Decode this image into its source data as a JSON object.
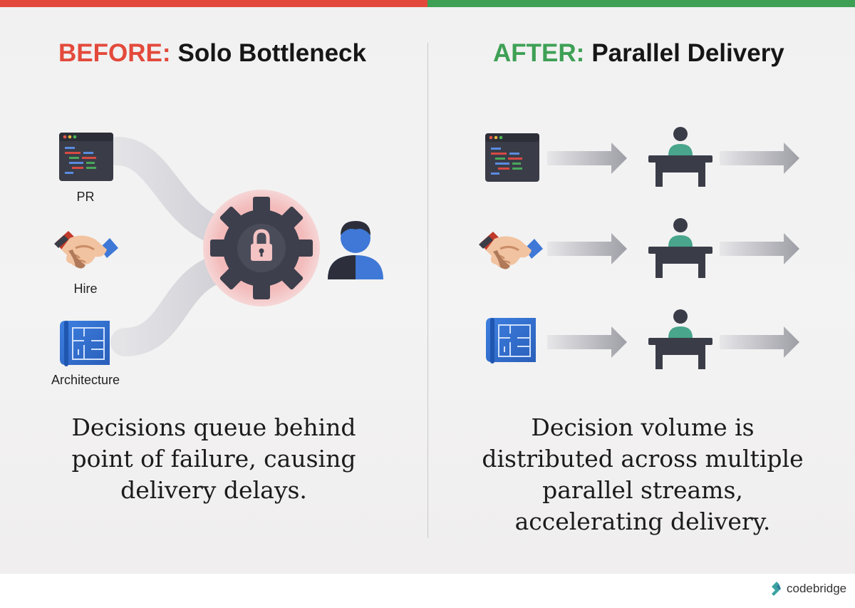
{
  "colors": {
    "before_accent": "#e34a3b",
    "after_accent": "#3ea055",
    "code_window": "#3a3d48",
    "blueprint": "#2f6fd1",
    "person_teal": "#49a58c",
    "gear": "#3d3f4c",
    "bottleneck_glow": "#f3b2b2"
  },
  "before": {
    "tag": "BEFORE:",
    "title": "Solo Bottleneck",
    "inputs": [
      {
        "icon": "code-window-icon",
        "label": "PR"
      },
      {
        "icon": "handshake-icon",
        "label": "Hire"
      },
      {
        "icon": "blueprint-icon",
        "label": "Architecture"
      }
    ],
    "bottleneck_icon": "gear-lock-icon",
    "owner_icon": "person-icon",
    "caption": "Decisions queue behind point of failure, causing delivery delays."
  },
  "after": {
    "tag": "AFTER:",
    "title": "Parallel Delivery",
    "streams": [
      {
        "icon": "code-window-icon",
        "handler": "person-at-desk-icon"
      },
      {
        "icon": "handshake-icon",
        "handler": "person-at-desk-icon"
      },
      {
        "icon": "blueprint-icon",
        "handler": "person-at-desk-icon"
      }
    ],
    "caption": "Decision volume is distributed across multiple parallel streams, accelerating delivery."
  },
  "logo": {
    "text": "codebridge",
    "icon": "codebridge-logo-icon"
  }
}
